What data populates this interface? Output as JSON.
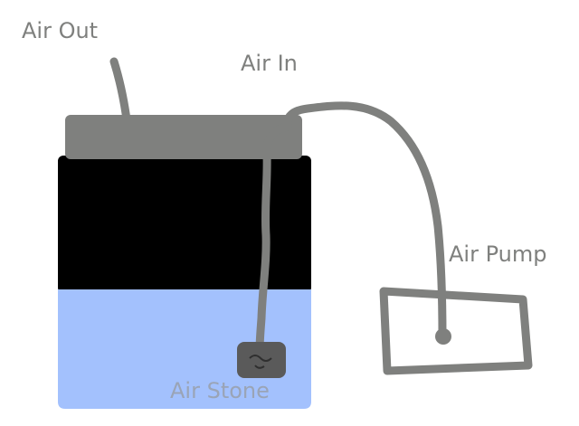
{
  "labels": {
    "air_out": "Air Out",
    "air_in": "Air In",
    "air_pump": "Air Pump",
    "air_stone": "Air Stone"
  },
  "colors": {
    "background": "#ffffff",
    "lid": "#7f807e",
    "air_space": "#000000",
    "water": "#a3c1fd",
    "tubing": "#7f807e",
    "pump_outline": "#7f807e",
    "stone": "#5a5a5a",
    "label_text": "#7f807e",
    "stone_label_text": "#9aa4b6"
  },
  "icons": {
    "air_stone": "air-stone-icon",
    "pump": "air-pump-box"
  }
}
